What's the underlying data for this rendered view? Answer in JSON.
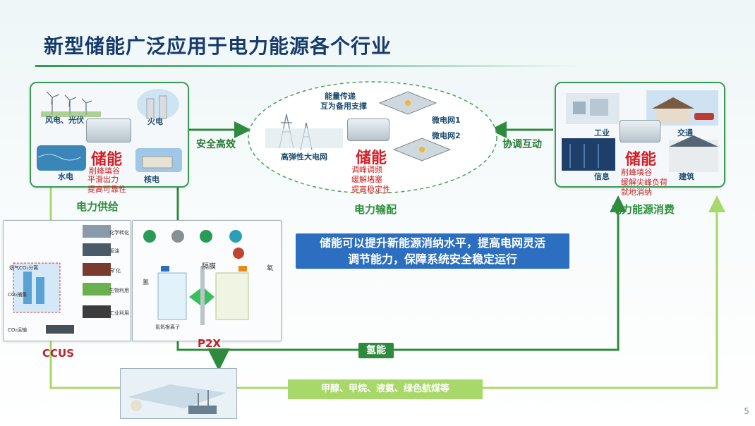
{
  "slide": {
    "title": "新型储能广泛应用于电力能源各个行业",
    "page_number": "5"
  },
  "supply": {
    "items": [
      "风电、光伏",
      "火电",
      "水电",
      "核电"
    ],
    "storage_title": "储能",
    "storage_lines": [
      "削峰填谷",
      "平滑出力",
      "提高可靠性"
    ],
    "section_label": "电力供给"
  },
  "grid": {
    "labels": [
      "能量传递",
      "互为备用支撑",
      "高弹性大电网",
      "微电网1",
      "微电网2"
    ],
    "storage_title": "储能",
    "storage_lines": [
      "调峰调频",
      "缓解堵塞",
      "提高稳定性"
    ],
    "section_label": "电力输配"
  },
  "consumption": {
    "items": [
      "工业",
      "交通",
      "信息",
      "建筑"
    ],
    "storage_title": "储能",
    "storage_lines": [
      "削峰填谷",
      "缓解尖峰负荷",
      "就地消纳"
    ],
    "section_label": "电力能源消费"
  },
  "arrows": {
    "safe_efficient": "安全高效",
    "coordinated": "协调互动"
  },
  "banner": {
    "line1": "储能可以提升新能源消纳水平，提高电网灵活",
    "line2": "调节能力，保障系统安全稳定运行"
  },
  "ccus": {
    "label": "CCUS",
    "mini": [
      "化学转化",
      "驱油",
      "矿化",
      "生物利用",
      "工业利用",
      "CO₂捕集",
      "CO₂运输",
      "烟气CO₂分离"
    ]
  },
  "p2x": {
    "label": "P2X",
    "membrane": "隔膜",
    "hydrogen_ion": "氢氧根离子",
    "hydrogen_label": "氢",
    "oxygen_label": "氧"
  },
  "flows": {
    "hydrogen": "氢能",
    "products": "甲醇、甲烷、液氨、绿色航煤等"
  },
  "colors": {
    "title": "#163a6b",
    "accent_green": "#2e8b3d",
    "light_green": "#a9d86a",
    "storage_red": "#d61f26",
    "banner_blue": "#2c6fc0"
  }
}
